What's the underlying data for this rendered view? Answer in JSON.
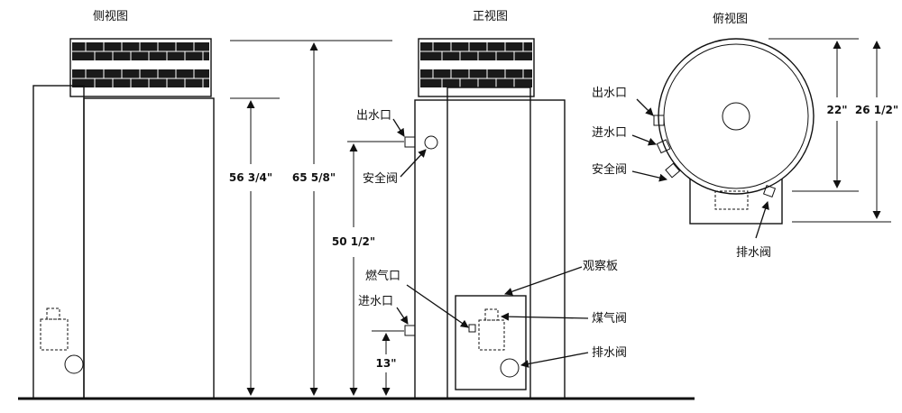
{
  "titles": {
    "side": "侧视图",
    "front": "正视图",
    "top": "俯视图"
  },
  "dimensions": {
    "side_body_height": "56 3/4\"",
    "side_total_height": "65 5/8\"",
    "front_outlet_height": "50 1/2\"",
    "front_inlet_height": "13\"",
    "top_depth_inner": "22\"",
    "top_depth_outer": "26 1/2\""
  },
  "labels": {
    "front": {
      "outlet": "出水口",
      "safety_valve": "安全阀",
      "gas_port": "燃气口",
      "inlet": "进水口",
      "sight_panel": "观察板",
      "gas_valve": "煤气阀",
      "drain_valve": "排水阀"
    },
    "top": {
      "outlet": "出水口",
      "inlet": "进水口",
      "safety_valve": "安全阀",
      "drain_valve": "排水阀"
    }
  },
  "colors": {
    "line": "#111111",
    "background": "#ffffff"
  }
}
